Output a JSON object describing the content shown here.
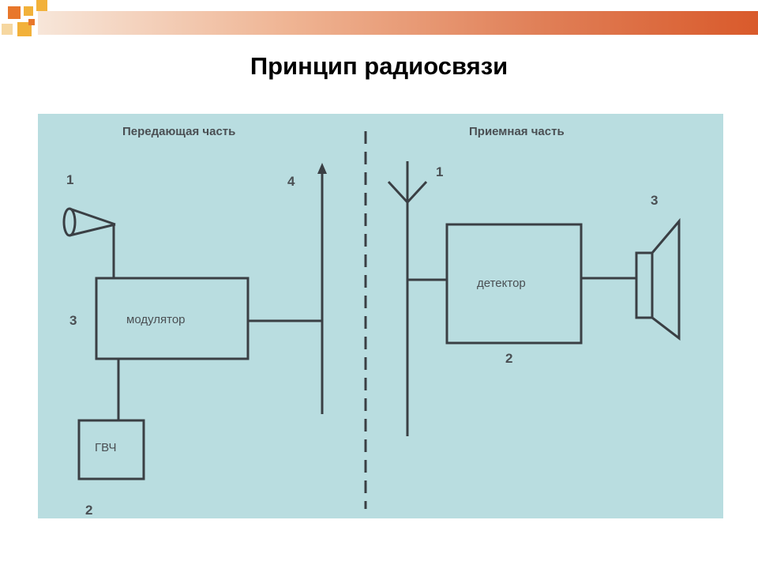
{
  "slide": {
    "title": "Принцип радиосвязи",
    "accent_colors": {
      "logo_orange": "#e8772b",
      "logo_yellow": "#f2b13a",
      "bar_start": "#f7e6d9",
      "bar_end": "#d95a2b",
      "diagram_bg": "#b9dde0",
      "line": "#3a3f44"
    }
  },
  "diagram": {
    "transmitter": {
      "section_title": "Передающая часть",
      "microphone_num": "1",
      "modulator_num": "3",
      "modulator_label": "модулятор",
      "generator_label": "ГВЧ",
      "generator_num": "2",
      "antenna_num": "4"
    },
    "receiver": {
      "section_title": "Приемная часть",
      "antenna_num": "1",
      "detector_label": "детектор",
      "detector_num": "2",
      "speaker_num": "3"
    }
  }
}
